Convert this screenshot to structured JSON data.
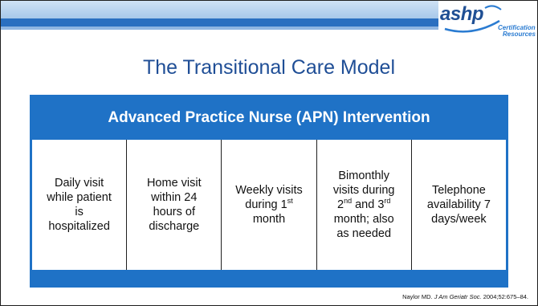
{
  "slide": {
    "title": "The Transitional Care Model",
    "logo": {
      "brand": "ashp",
      "tagline_line1": "Certification",
      "tagline_line2": "Resources"
    },
    "panel": {
      "heading": "Advanced Practice Nurse (APN) Intervention",
      "cells": [
        {
          "lines": [
            "Daily visit",
            "while patient",
            "is",
            "hospitalized"
          ]
        },
        {
          "lines": [
            "Home visit",
            "within 24",
            "hours of",
            "discharge"
          ]
        },
        {
          "line1": "Weekly visits",
          "line2_prefix": "during 1",
          "line2_sup": "st",
          "line3": "month"
        },
        {
          "line1": "Bimonthly",
          "line2": "visits during",
          "line3_a": "2",
          "line3_sup_a": "nd",
          "line3_mid": " and 3",
          "line3_sup_b": "rd",
          "line4": "month; also",
          "line5": "as needed"
        },
        {
          "lines": [
            "Telephone",
            "availability 7",
            "days/week"
          ]
        }
      ]
    },
    "citation": {
      "author": "Naylor MD.",
      "journal": "J Am Geriatr Soc.",
      "details": "2004;52:675–84."
    },
    "colors": {
      "title": "#1f4e96",
      "panel": "#1f72c6",
      "stripe": "#2a6fc0",
      "logo": "#1f4f94"
    }
  }
}
